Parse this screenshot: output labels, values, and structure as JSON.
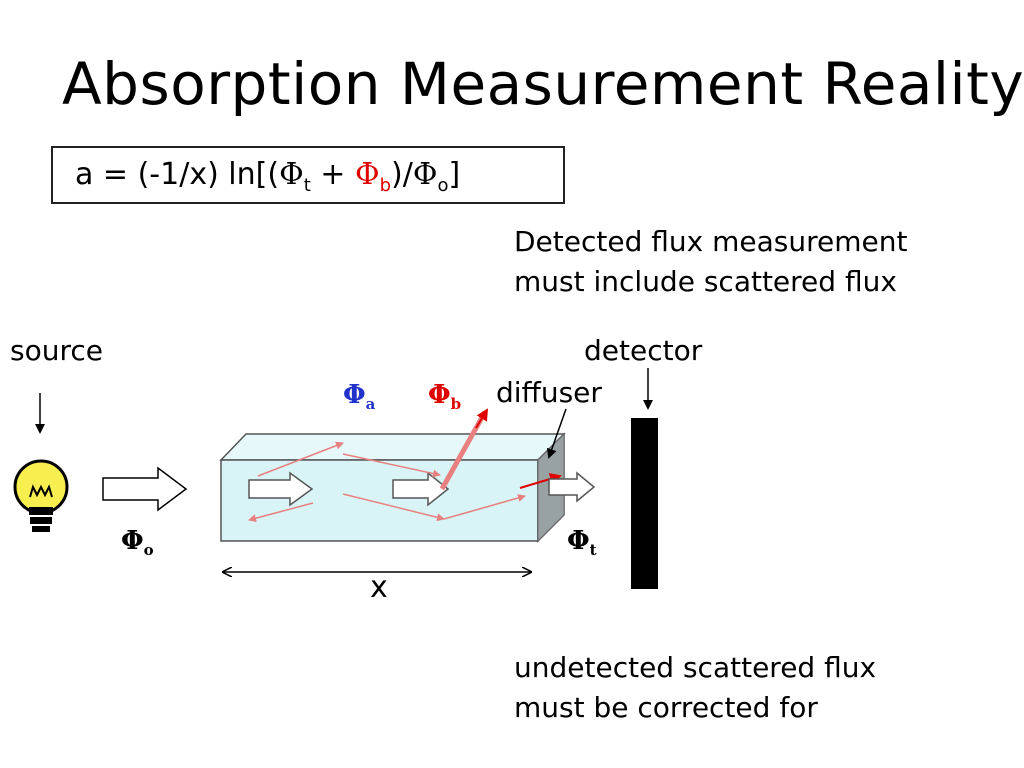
{
  "title": "Absorption Measurement Reality",
  "formula": {
    "prefix": "a = (-1/x) ln[(",
    "phi": "Φ",
    "t_sub": "t",
    "plus": " + ",
    "b_sub": "b",
    "slash": ")/",
    "o_sub": "o",
    "close": "]"
  },
  "notes": {
    "detected_line1": "Detected flux measurement",
    "detected_line2": "must  include scattered flux",
    "undetected_line1": "undetected scattered flux",
    "undetected_line2": "must be corrected for"
  },
  "labels": {
    "source": "source",
    "detector": "detector",
    "diffuser": "diffuser",
    "x": "x"
  },
  "symbols": {
    "phi": "Φ",
    "a_sub": "a",
    "b_sub": "b",
    "o_sub": "o",
    "t_sub": "t"
  },
  "colors": {
    "blue": "#2233cc",
    "red": "#e00000",
    "cuvette_fill": "#d9f4f7",
    "bulb_yellow": "#f7ee50",
    "scatter_arrows": "#e88080"
  }
}
